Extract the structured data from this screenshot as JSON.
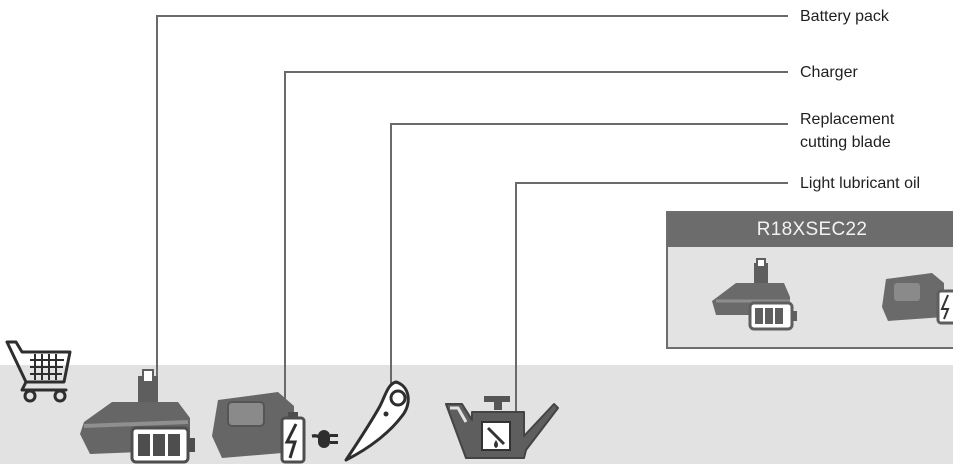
{
  "callouts": {
    "battery_pack": "Battery pack",
    "charger": "Charger",
    "replacement_blade_line1": "Replacement",
    "replacement_blade_line2": "cutting blade",
    "light_oil": "Light lubricant oil"
  },
  "kit": {
    "title": "R18XSEC22"
  },
  "colors": {
    "line": "#6a6a6a",
    "icon_dark": "#5e5e5e",
    "icon_mid": "#8a8a8a",
    "band": "#e2e2e2",
    "header": "#6c6c6c"
  },
  "icons": [
    "shopping-cart-icon",
    "battery-pack-icon",
    "charger-icon",
    "cutting-blade-icon",
    "oil-can-icon"
  ]
}
